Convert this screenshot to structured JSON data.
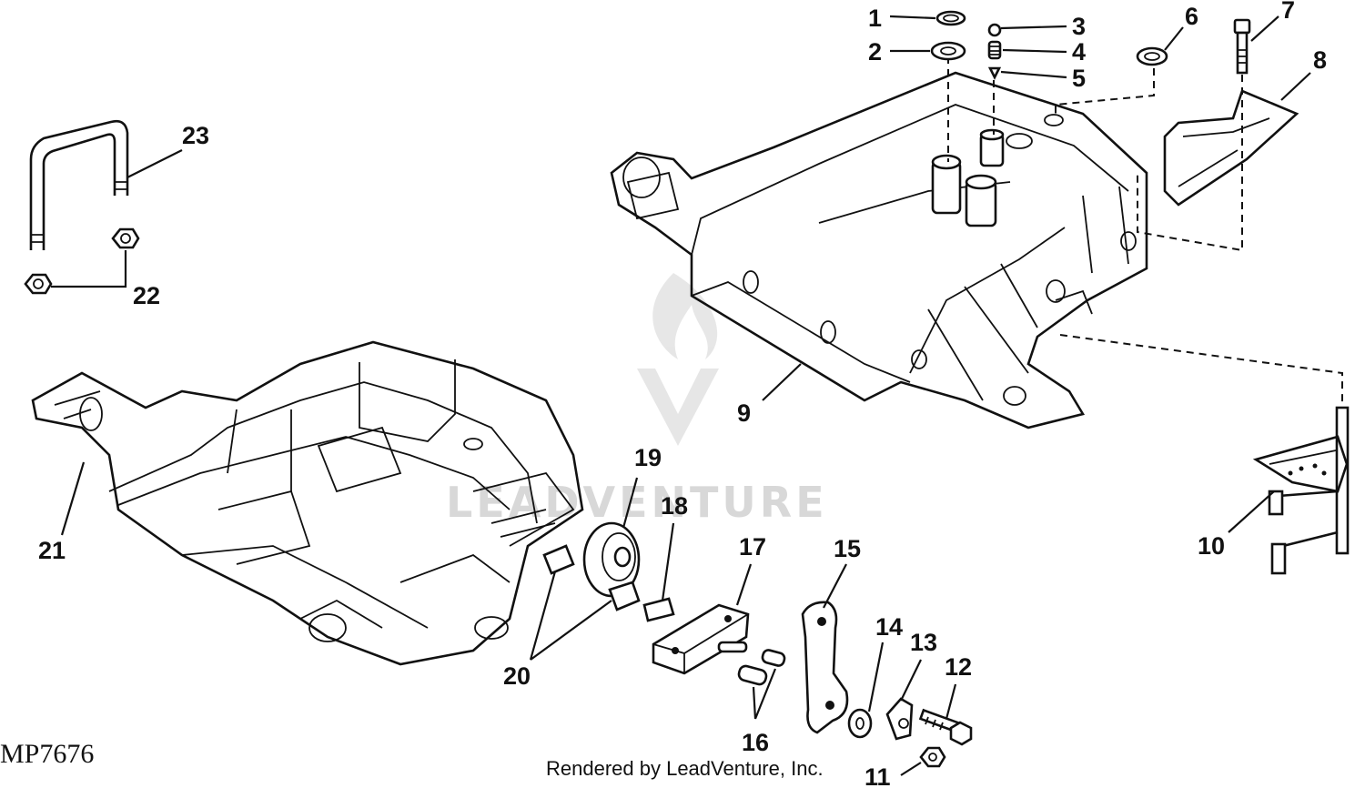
{
  "diagram": {
    "figure_id": "MP7676",
    "credit": "Rendered by LeadVenture, Inc.",
    "watermark": "LEADVENTURE",
    "part_labels": [
      "1",
      "2",
      "3",
      "4",
      "5",
      "6",
      "7",
      "8",
      "9",
      "10",
      "11",
      "12",
      "13",
      "14",
      "15",
      "16",
      "17",
      "18",
      "19",
      "20",
      "21",
      "22",
      "23"
    ]
  }
}
